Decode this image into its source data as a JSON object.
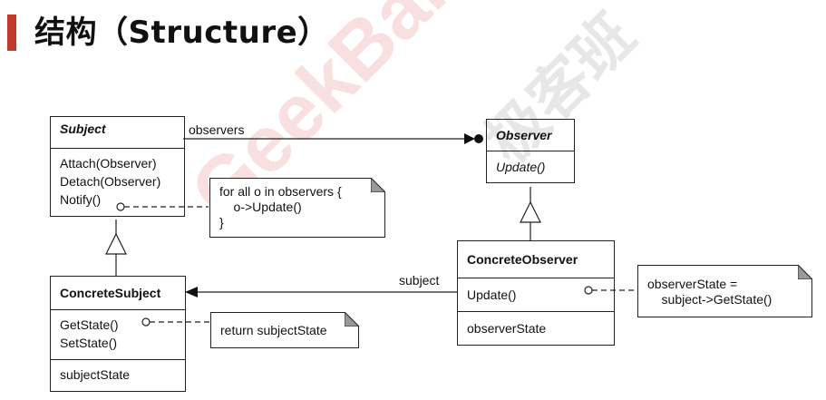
{
  "header": {
    "title": "结构（Structure）"
  },
  "watermarks": {
    "primary": "GeekBand",
    "secondary": "极客班"
  },
  "subject": {
    "name": "Subject",
    "methods": [
      "Attach(Observer)",
      "Detach(Observer)",
      "Notify()"
    ]
  },
  "observer": {
    "name": "Observer",
    "methods": [
      "Update()"
    ]
  },
  "concrete_subject": {
    "name": "ConcreteSubject",
    "methods": [
      "GetState()",
      "SetState()"
    ],
    "fields": [
      "subjectState"
    ]
  },
  "concrete_observer": {
    "name": "ConcreteObserver",
    "methods": [
      "Update()"
    ],
    "fields": [
      "observerState"
    ]
  },
  "notes": {
    "notify": [
      "for all o in observers {",
      "    o->Update()",
      "}"
    ],
    "getstate": [
      "return subjectState"
    ],
    "update": [
      "observerState =",
      "    subject->GetState()"
    ]
  },
  "associations": {
    "observers": "observers",
    "subject": "subject"
  },
  "colors": {
    "accent": "#c0392b"
  }
}
